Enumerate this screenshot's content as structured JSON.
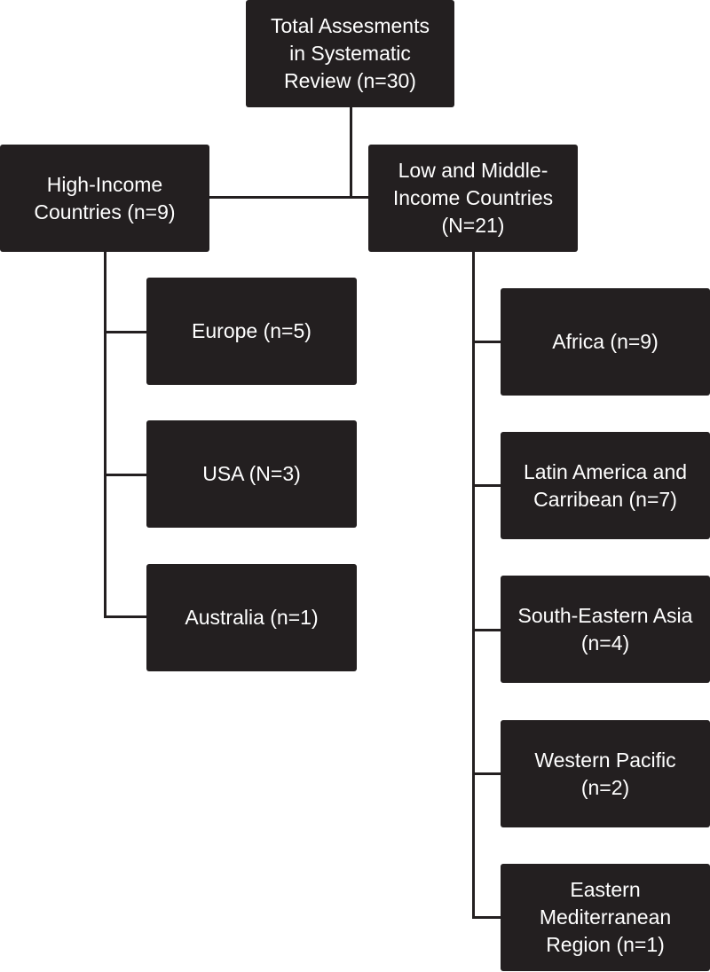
{
  "diagram": {
    "root": {
      "lines": [
        "Total Assesments",
        "in Systematic",
        "Review (n=30)"
      ]
    },
    "high_income": {
      "lines": [
        "High-Income",
        "Countries (n=9)"
      ],
      "children": [
        {
          "lines": [
            "Europe (n=5)"
          ]
        },
        {
          "lines": [
            "USA (N=3)"
          ]
        },
        {
          "lines": [
            "Australia (n=1)"
          ]
        }
      ]
    },
    "lmic": {
      "lines": [
        "Low and Middle-",
        "Income Countries",
        "(N=21)"
      ],
      "children": [
        {
          "lines": [
            "Africa (n=9)"
          ]
        },
        {
          "lines": [
            "Latin America and",
            "Carribean (n=7)"
          ]
        },
        {
          "lines": [
            "South-Eastern Asia",
            "(n=4)"
          ]
        },
        {
          "lines": [
            "Western Pacific",
            "(n=2)"
          ]
        },
        {
          "lines": [
            "Eastern",
            "Mediterranean",
            "Region (n=1)"
          ]
        }
      ]
    },
    "colors": {
      "box": "#231f20",
      "text": "#ffffff",
      "connector": "#231f20"
    }
  }
}
